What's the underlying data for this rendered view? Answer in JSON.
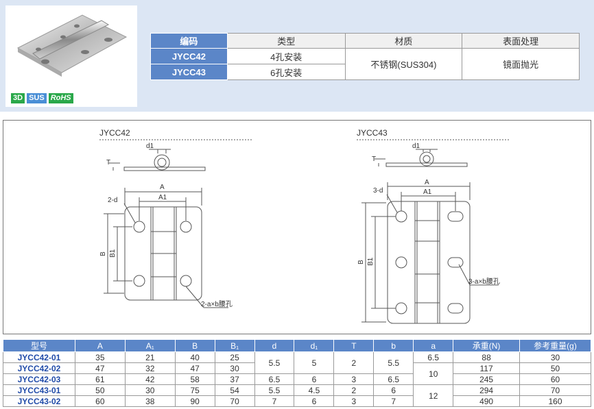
{
  "badges": {
    "b3d": "3D",
    "sus": "SUS",
    "rohs": "RoHS"
  },
  "spec": {
    "headers": [
      "编码",
      "类型",
      "材质",
      "表面处理"
    ],
    "rows": [
      {
        "code": "JYCC42",
        "type": "4孔安装"
      },
      {
        "code": "JYCC43",
        "type": "6孔安装"
      }
    ],
    "material": "不锈钢(SUS304)",
    "finish": "镜面抛光"
  },
  "drawings": {
    "left": {
      "title": "JYCC42",
      "hole_label": "2-d",
      "slot_label": "2-a×b腰孔"
    },
    "right": {
      "title": "JYCC43",
      "hole_label": "3-d",
      "slot_label": "3-a×b腰孔"
    },
    "dims": {
      "d1": "d1",
      "T": "T",
      "A": "A",
      "A1": "A1",
      "B": "B",
      "B1": "B1"
    }
  },
  "table": {
    "headers": [
      "型号",
      "A",
      "A₁",
      "B",
      "B₁",
      "d",
      "d₁",
      "T",
      "b",
      "a",
      "承重(N)",
      "参考重量(g)"
    ],
    "rows": [
      [
        "JYCC42-01",
        "35",
        "21",
        "40",
        "25",
        "88",
        "30"
      ],
      [
        "JYCC42-02",
        "47",
        "32",
        "47",
        "30",
        "117",
        "50"
      ],
      [
        "JYCC42-03",
        "61",
        "42",
        "58",
        "37",
        "245",
        "60"
      ],
      [
        "JYCC43-01",
        "50",
        "30",
        "75",
        "54",
        "294",
        "70"
      ],
      [
        "JYCC43-02",
        "60",
        "38",
        "90",
        "70",
        "490",
        "160"
      ]
    ],
    "merged": {
      "d_12": "5.5",
      "d1_12": "5",
      "T_12": "2",
      "b_12": "5.5",
      "d_3": "6.5",
      "d1_3": "6",
      "T_3": "3",
      "b_3": "6.5",
      "d_4": "5.5",
      "d1_4": "4.5",
      "T_4": "2",
      "b_4": "6",
      "d_5": "7",
      "d1_5": "6",
      "T_5": "3",
      "b_5": "7",
      "a_1": "6.5",
      "a_23": "10",
      "a_45": "12"
    }
  }
}
